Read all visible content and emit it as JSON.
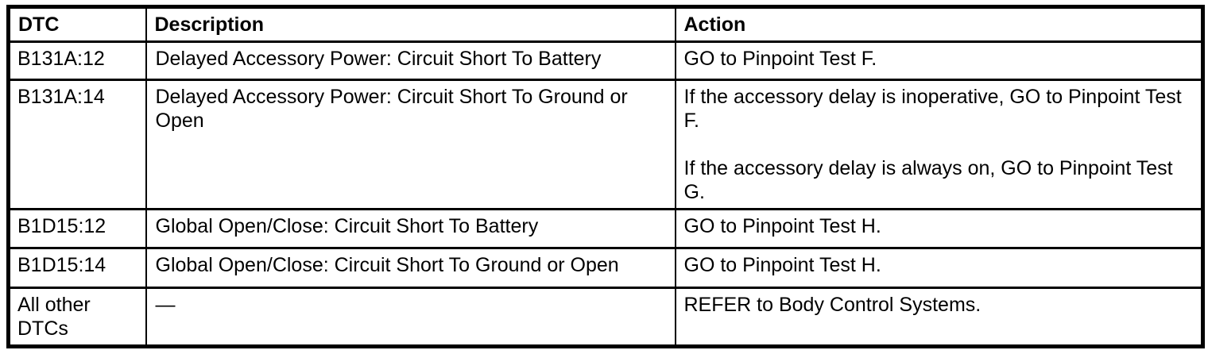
{
  "colors": {
    "text": "#000000",
    "border": "#000000",
    "background": "#ffffff"
  },
  "table": {
    "columns": [
      "DTC",
      "Description",
      "Action"
    ],
    "rows": [
      {
        "dtc": "B131A:12",
        "description": "Delayed Accessory Power: Circuit Short To Battery",
        "action": [
          "GO to Pinpoint Test F."
        ]
      },
      {
        "dtc": "B131A:14",
        "description": "Delayed Accessory Power: Circuit Short To Ground or Open",
        "action": [
          "If the accessory delay is inoperative, GO to Pinpoint Test F.",
          "If the accessory delay is always on, GO to Pinpoint Test G."
        ]
      },
      {
        "dtc": "B1D15:12",
        "description": "Global Open/Close: Circuit Short To Battery",
        "action": [
          "GO to Pinpoint Test H."
        ]
      },
      {
        "dtc": "B1D15:14",
        "description": "Global Open/Close: Circuit Short To Ground or Open",
        "action": [
          "GO to Pinpoint Test H."
        ]
      },
      {
        "dtc": "All other DTCs",
        "description": "—",
        "action": [
          "REFER to Body Control Systems."
        ]
      }
    ]
  }
}
